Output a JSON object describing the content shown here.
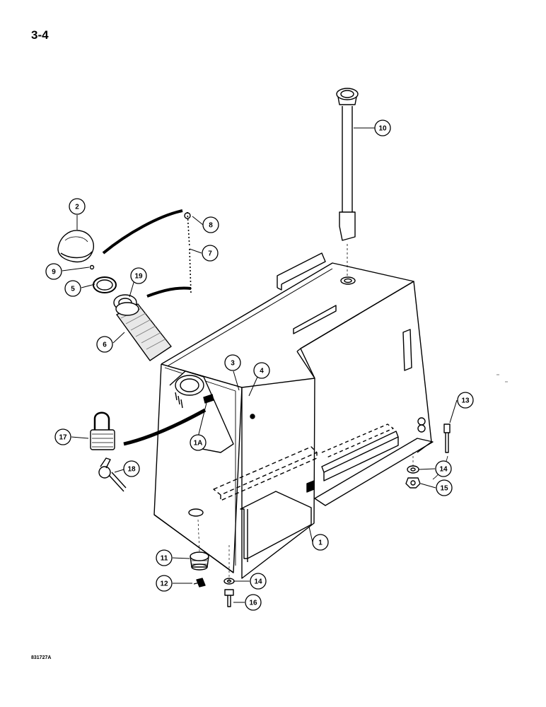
{
  "page": {
    "number": "3-4",
    "drawing_code": "831727A"
  },
  "callouts": [
    {
      "id": "c2",
      "label": "2"
    },
    {
      "id": "c8",
      "label": "8"
    },
    {
      "id": "c7",
      "label": "7"
    },
    {
      "id": "c9",
      "label": "9"
    },
    {
      "id": "c19",
      "label": "19"
    },
    {
      "id": "c5",
      "label": "5"
    },
    {
      "id": "c6",
      "label": "6"
    },
    {
      "id": "c10",
      "label": "10"
    },
    {
      "id": "c3",
      "label": "3"
    },
    {
      "id": "c4",
      "label": "4"
    },
    {
      "id": "c17",
      "label": "17"
    },
    {
      "id": "c1A",
      "label": "1A"
    },
    {
      "id": "c18",
      "label": "18"
    },
    {
      "id": "c13",
      "label": "13"
    },
    {
      "id": "c14a",
      "label": "14"
    },
    {
      "id": "c15",
      "label": "15"
    },
    {
      "id": "c1",
      "label": "1"
    },
    {
      "id": "c11",
      "label": "11"
    },
    {
      "id": "c12",
      "label": "12"
    },
    {
      "id": "c14b",
      "label": "14"
    },
    {
      "id": "c16",
      "label": "16"
    }
  ]
}
